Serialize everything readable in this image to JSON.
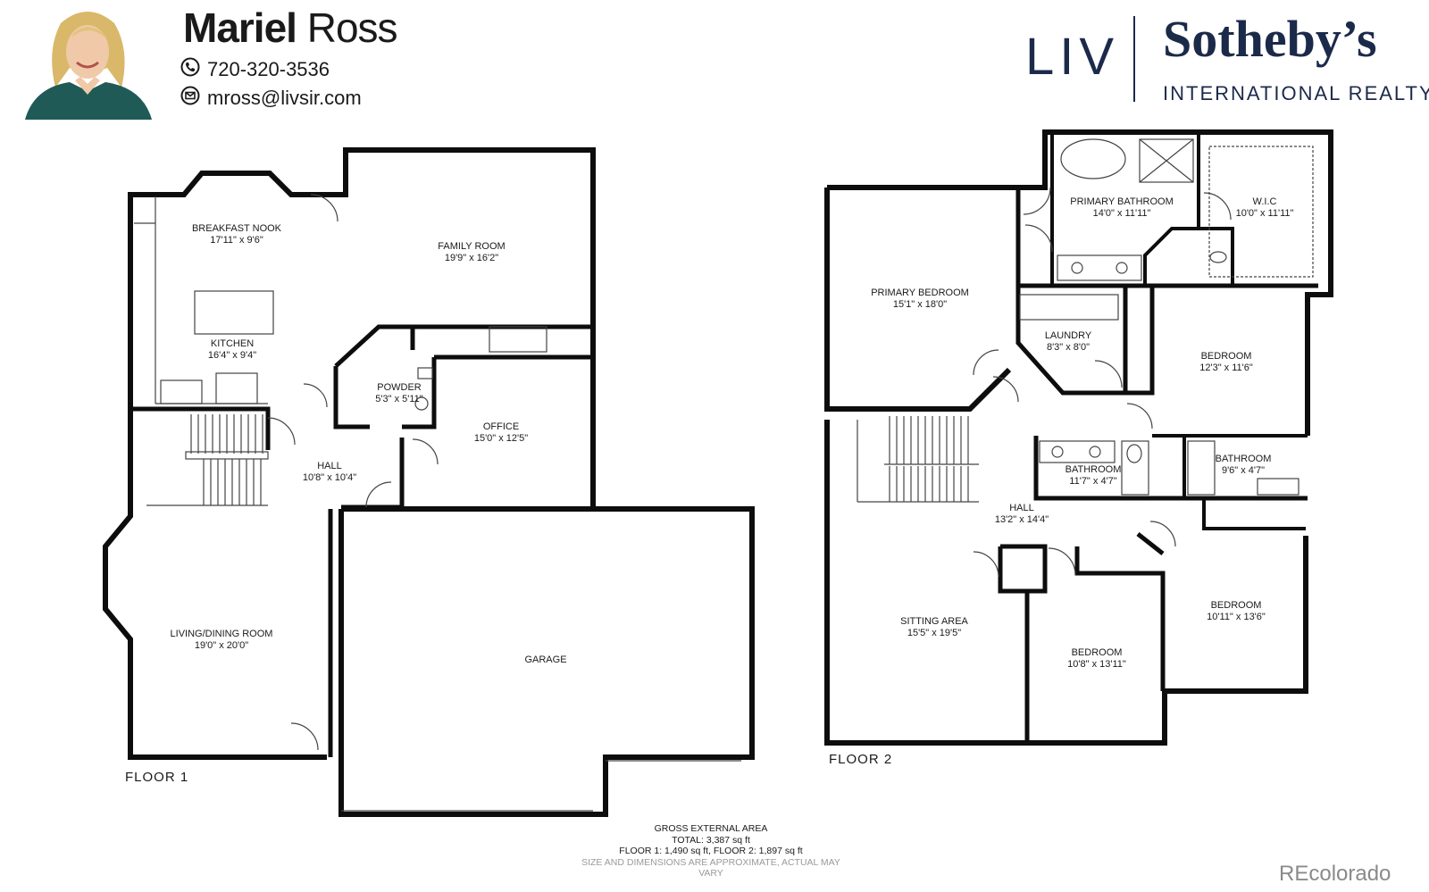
{
  "agent": {
    "name_first": "Mariel",
    "name_last": "Ross",
    "phone": "720-320-3536",
    "email": "mross@livsir.com",
    "phone_icon": "phone-icon",
    "email_icon": "mail-icon"
  },
  "brand": {
    "liv": "LIV",
    "sothebys": "Sotheby’s",
    "subtitle": "INTERNATIONAL REALTY",
    "color": "#1c2a4a"
  },
  "floor1": {
    "label": "FLOOR 1",
    "rooms": [
      {
        "name": "BREAKFAST NOOK",
        "dims": "17'11\" x 9'6\""
      },
      {
        "name": "FAMILY ROOM",
        "dims": "19'9\" x 16'2\""
      },
      {
        "name": "KITCHEN",
        "dims": "16'4\" x 9'4\""
      },
      {
        "name": "POWDER",
        "dims": "5'3\" x 5'11\""
      },
      {
        "name": "OFFICE",
        "dims": "15'0\" x 12'5\""
      },
      {
        "name": "HALL",
        "dims": "10'8\" x 10'4\""
      },
      {
        "name": "LIVING/DINING ROOM",
        "dims": "19'0\" x 20'0\""
      },
      {
        "name": "GARAGE",
        "dims": ""
      }
    ]
  },
  "floor2": {
    "label": "FLOOR 2",
    "rooms": [
      {
        "name": "PRIMARY BATHROOM",
        "dims": "14'0\" x 11'11\""
      },
      {
        "name": "W.I.C",
        "dims": "10'0\" x 11'11\""
      },
      {
        "name": "PRIMARY BEDROOM",
        "dims": "15'1\" x 18'0\""
      },
      {
        "name": "LAUNDRY",
        "dims": "8'3\" x 8'0\""
      },
      {
        "name": "BEDROOM",
        "dims": "12'3\" x 11'6\""
      },
      {
        "name": "BATHROOM",
        "dims": "11'7\" x 4'7\""
      },
      {
        "name": "BATHROOM",
        "dims": "9'6\" x 4'7\""
      },
      {
        "name": "HALL",
        "dims": "13'2\" x 14'4\""
      },
      {
        "name": "BEDROOM",
        "dims": "10'11\" x 13'6\""
      },
      {
        "name": "SITTING AREA",
        "dims": "15'5\" x 19'5\""
      },
      {
        "name": "BEDROOM",
        "dims": "10'8\" x 13'11\""
      }
    ]
  },
  "area": {
    "heading": "GROSS EXTERNAL AREA",
    "total": "TOTAL: 3,387 sq ft",
    "floors": "FLOOR 1: 1,490 sq ft, FLOOR 2: 1,897 sq ft",
    "note": "SIZE AND DIMENSIONS ARE APPROXIMATE, ACTUAL MAY VARY"
  },
  "watermark": "REcolorado"
}
